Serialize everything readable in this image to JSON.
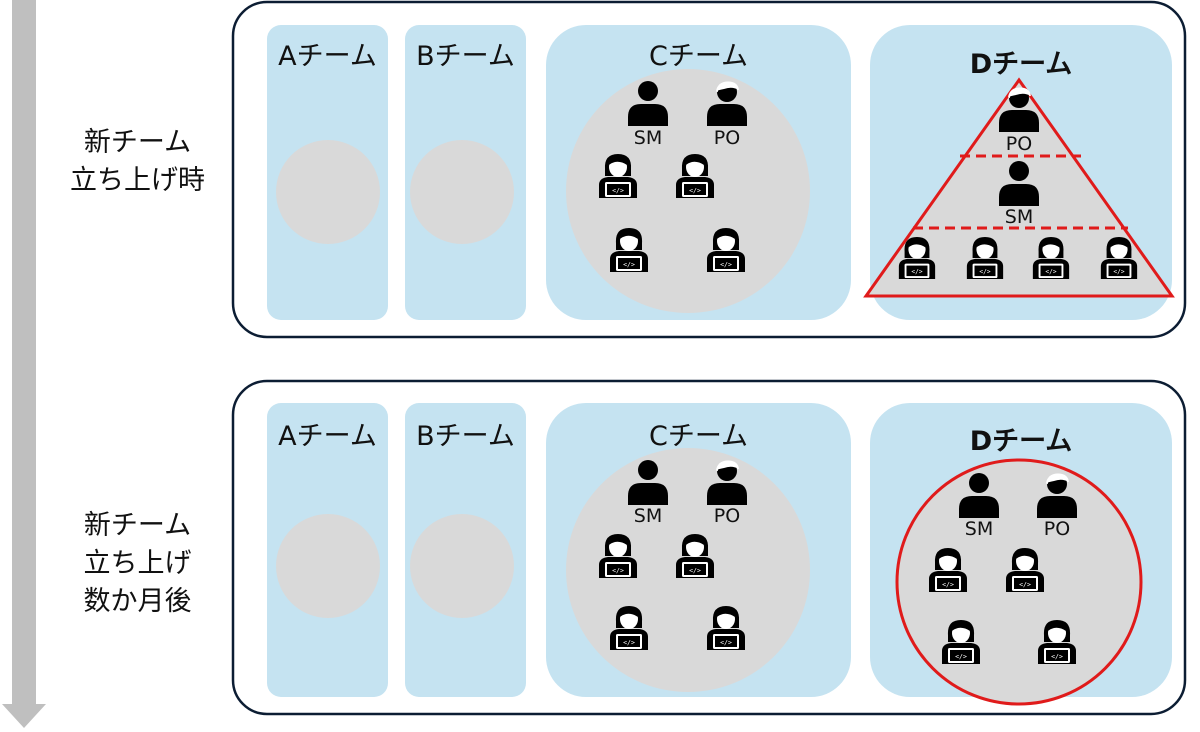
{
  "phases": [
    {
      "label_lines": [
        "新チーム",
        "立ち上げ時"
      ],
      "teams": [
        {
          "name": "Aチーム",
          "bold": false
        },
        {
          "name": "Bチーム",
          "bold": false
        },
        {
          "name": "Cチーム",
          "bold": false,
          "roles": [
            "SM",
            "PO"
          ],
          "developers": 4
        },
        {
          "name": "Dチーム",
          "bold": true,
          "roles": [
            "PO",
            "SM"
          ],
          "developers": 4,
          "structure": "hierarchy-pyramid"
        }
      ]
    },
    {
      "label_lines": [
        "新チーム",
        "立ち上げ",
        "数か月後"
      ],
      "teams": [
        {
          "name": "Aチーム",
          "bold": false
        },
        {
          "name": "Bチーム",
          "bold": false
        },
        {
          "name": "Cチーム",
          "bold": false,
          "roles": [
            "SM",
            "PO"
          ],
          "developers": 4
        },
        {
          "name": "Dチーム",
          "bold": true,
          "roles": [
            "SM",
            "PO"
          ],
          "developers": 4,
          "structure": "self-organizing-circle"
        }
      ]
    }
  ],
  "colors": {
    "team_panel": "#c5e3f1",
    "circle": "#d9d9d9",
    "frame": "#0c1d33",
    "highlight": "#e01b1b",
    "timeline_arrow": "#bfbfbf",
    "person": "#000000"
  },
  "icons": {
    "manager": "person-icon",
    "owner": "person-with-hair-icon",
    "developer": "developer-at-laptop-icon"
  }
}
